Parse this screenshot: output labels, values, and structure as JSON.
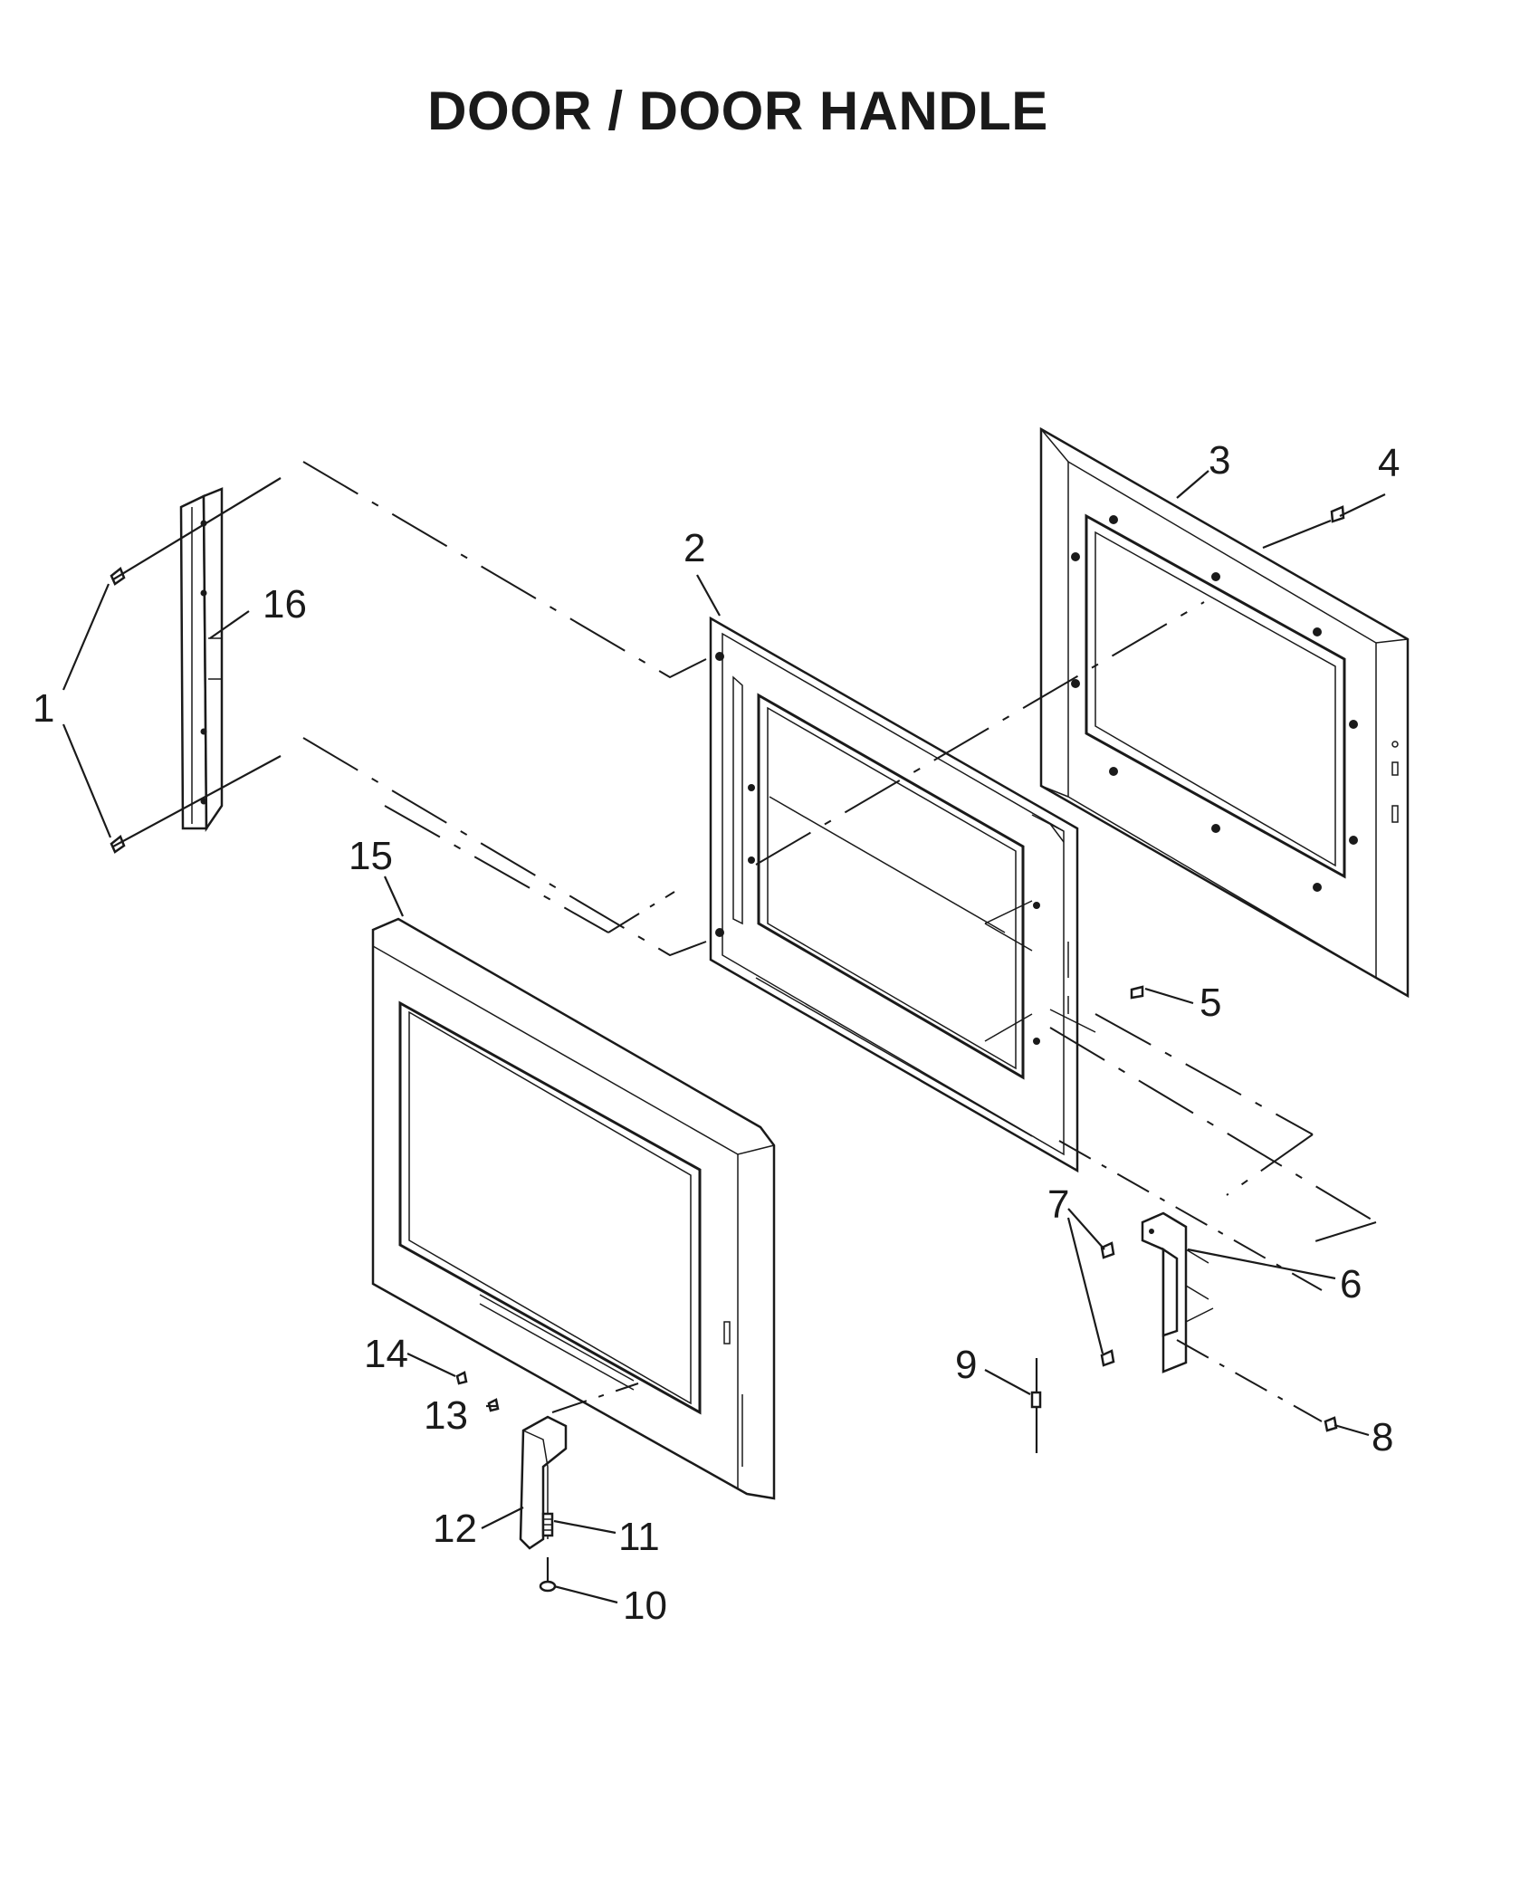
{
  "title": "DOOR / DOOR HANDLE",
  "callouts": [
    "1",
    "2",
    "3",
    "4",
    "5",
    "6",
    "7",
    "8",
    "9",
    "10",
    "11",
    "12",
    "13",
    "14",
    "15",
    "16"
  ],
  "colors": {
    "ink": "#1a1a1a",
    "background": "#ffffff"
  }
}
